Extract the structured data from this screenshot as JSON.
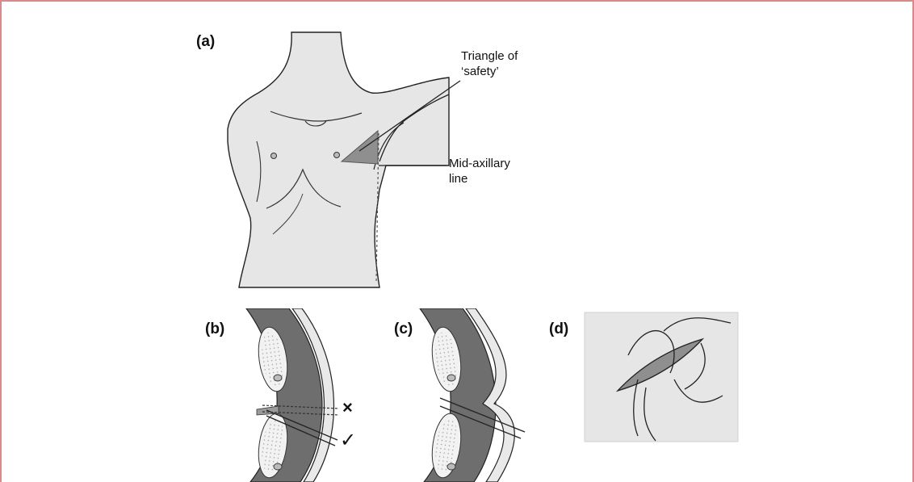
{
  "panels": {
    "a": "(a)",
    "b": "(b)",
    "c": "(c)",
    "d": "(d)"
  },
  "annotations": {
    "triangle_line1": "Triangle of",
    "triangle_line2": "‘safety’",
    "midaxillary_line1": "Mid-axillary",
    "midaxillary_line2": "line"
  },
  "marks": {
    "wrong": "×",
    "right": "✓"
  },
  "colors": {
    "skin": "#e6e6e6",
    "triangle": "#8f8f8f",
    "rib": "#f0f0f0",
    "muscle": "#6e6e6e",
    "outline": "#222222",
    "frame": "#d98a8a"
  }
}
